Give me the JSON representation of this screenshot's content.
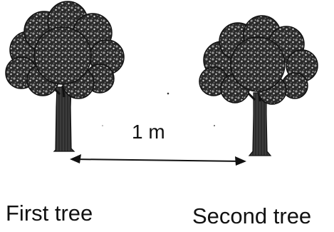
{
  "labels": {
    "first_tree": "First tree",
    "second_tree": "Second tree",
    "distance": "1 m"
  },
  "colors": {
    "ink": "#111111",
    "canopy_dark": "#1a1a1a",
    "canopy_mid": "#555555",
    "canopy_light": "#bdbdbd",
    "background": "#ffffff"
  },
  "icons": {
    "first_tree": "tree-icon",
    "second_tree": "tree-icon",
    "distance_arrow": "double-arrow-icon"
  }
}
